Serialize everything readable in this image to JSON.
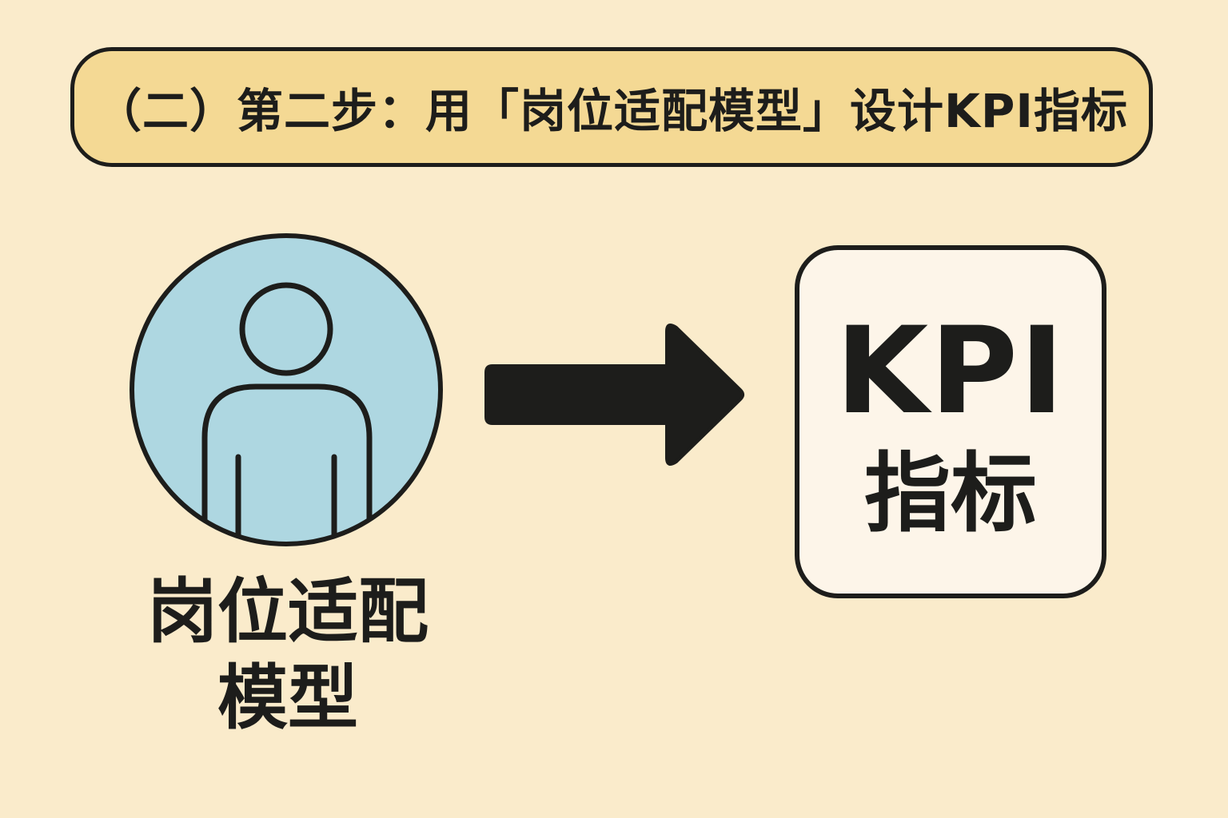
{
  "title": "（二）第二步：用「岗位适配模型」设计KPI指标",
  "left_label": {
    "line1": "岗位适配",
    "line2": "模型"
  },
  "right_box": {
    "main": "KPI",
    "sub": "指标"
  },
  "colors": {
    "background": "#faebcb",
    "banner": "#f4d994",
    "person_circle": "#aed7e1",
    "stroke": "#1d1d1b",
    "kpi_box": "#fdf5e9"
  },
  "icons": [
    "person-icon",
    "arrow-right-icon"
  ]
}
